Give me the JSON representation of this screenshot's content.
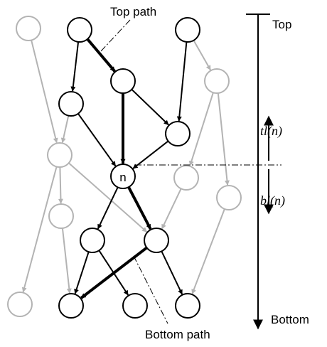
{
  "labels": {
    "top_path": "Top path",
    "bottom_path": "Bottom path",
    "top": "Top",
    "bottom": "Bottom",
    "tl": "tl(n)",
    "bl": "bl(n)",
    "node_n": "n"
  },
  "colors": {
    "active": "#000000",
    "inactive": "#b3b3b3",
    "background": "#ffffff"
  }
}
